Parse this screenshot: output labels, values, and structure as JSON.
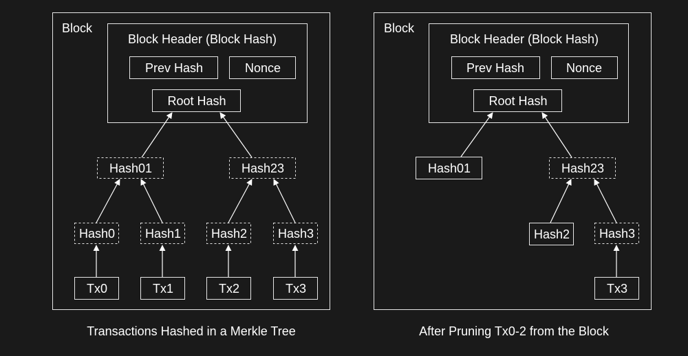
{
  "colors": {
    "background": "#1a1a1a",
    "stroke": "#e6e6e6",
    "text": "#ffffff"
  },
  "left_panel": {
    "block_label": "Block",
    "header_label": "Block Header (Block Hash)",
    "prev_hash": "Prev Hash",
    "nonce": "Nonce",
    "root_hash": "Root Hash",
    "hash01": "Hash01",
    "hash23": "Hash23",
    "hash0": "Hash0",
    "hash1": "Hash1",
    "hash2": "Hash2",
    "hash3": "Hash3",
    "tx0": "Tx0",
    "tx1": "Tx1",
    "tx2": "Tx2",
    "tx3": "Tx3",
    "caption": "Transactions Hashed in a Merkle Tree"
  },
  "right_panel": {
    "block_label": "Block",
    "header_label": "Block Header (Block Hash)",
    "prev_hash": "Prev Hash",
    "nonce": "Nonce",
    "root_hash": "Root Hash",
    "hash01": "Hash01",
    "hash23": "Hash23",
    "hash2": "Hash2",
    "hash3": "Hash3",
    "tx3": "Tx3",
    "caption": "After Pruning Tx0-2 from the Block"
  }
}
